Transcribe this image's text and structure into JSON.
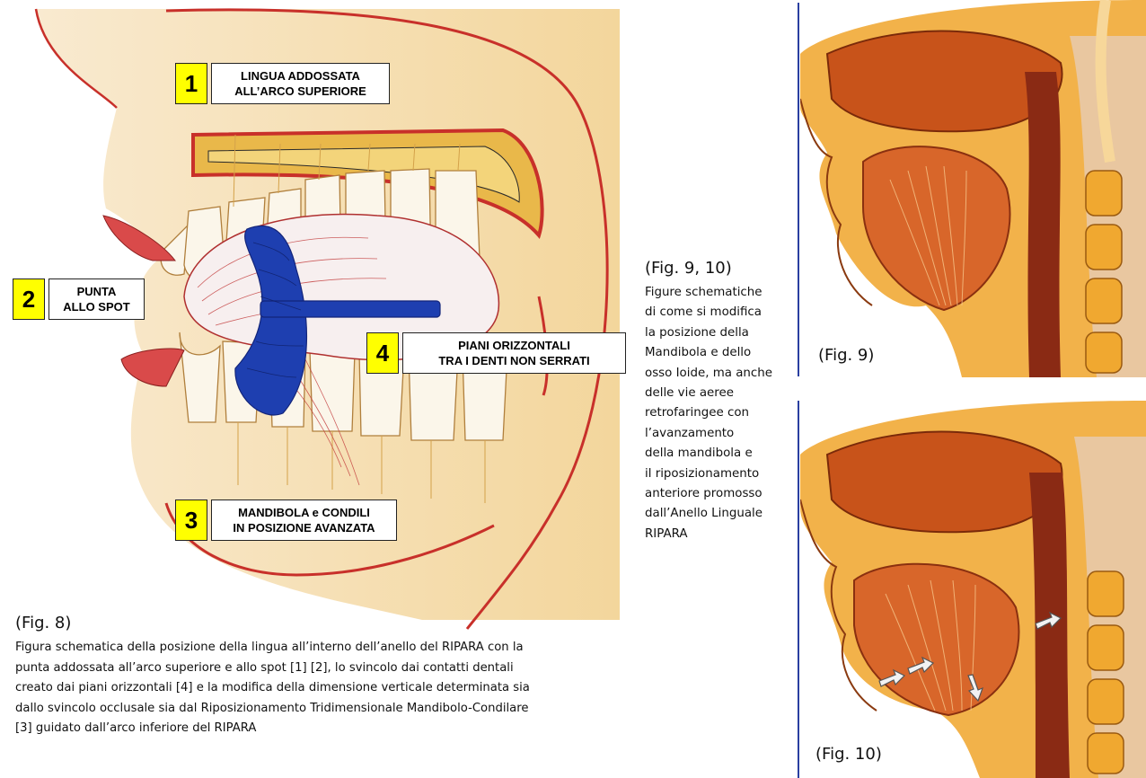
{
  "fig8": {
    "tags": [
      {
        "num": "1",
        "lines": [
          "LINGUA ADDOSSATA",
          "ALL’ARCO SUPERIORE"
        ]
      },
      {
        "num": "2",
        "lines": [
          "PUNTA",
          "ALLO SPOT"
        ]
      },
      {
        "num": "3",
        "lines": [
          "MANDIBOLA e CONDILI",
          "IN POSIZIONE AVANZATA"
        ]
      },
      {
        "num": "4",
        "lines": [
          "PIANI ORIZZONTALI",
          "TRA I DENTI NON SERRATI"
        ]
      }
    ],
    "label": "(Fig. 8)",
    "caption": "Figura schematica della posizione della lingua all’interno dell’anello del RIPARA con la\npunta addossata all’arco superiore e allo spot  [1] [2], lo svincolo dai contatti dentali\ncreato dai piani orizzontali [4] e la modifica della dimensione verticale determinata sia\ndallo svincolo occlusale sia  dal Riposizionamento Tridimensionale  Mandibolo-Condilare\n[3] guidato dall’arco inferiore del RIPARA"
  },
  "side": {
    "label": "(Fig. 9, 10)",
    "text": "Figure schematiche\ndi come si modifica\nla posizione della\nMandibola e dello\nosso Ioide, ma anche\ndelle vie aeree\nretrofaringee con\nl’avanzamento\ndella mandibola e\nil riposizionamento\nanteriore promosso\ndall’Anello Linguale\nRIPARA"
  },
  "fig9": {
    "label": "(Fig. 9)"
  },
  "fig10": {
    "label": "(Fig. 10)"
  },
  "colors": {
    "tag_fill": "#ffff00",
    "ring_blue": "#1e3fb0",
    "skin": "#f6deaa",
    "outline_red": "#c8302a",
    "divider_blue": "#2a3fa0"
  }
}
